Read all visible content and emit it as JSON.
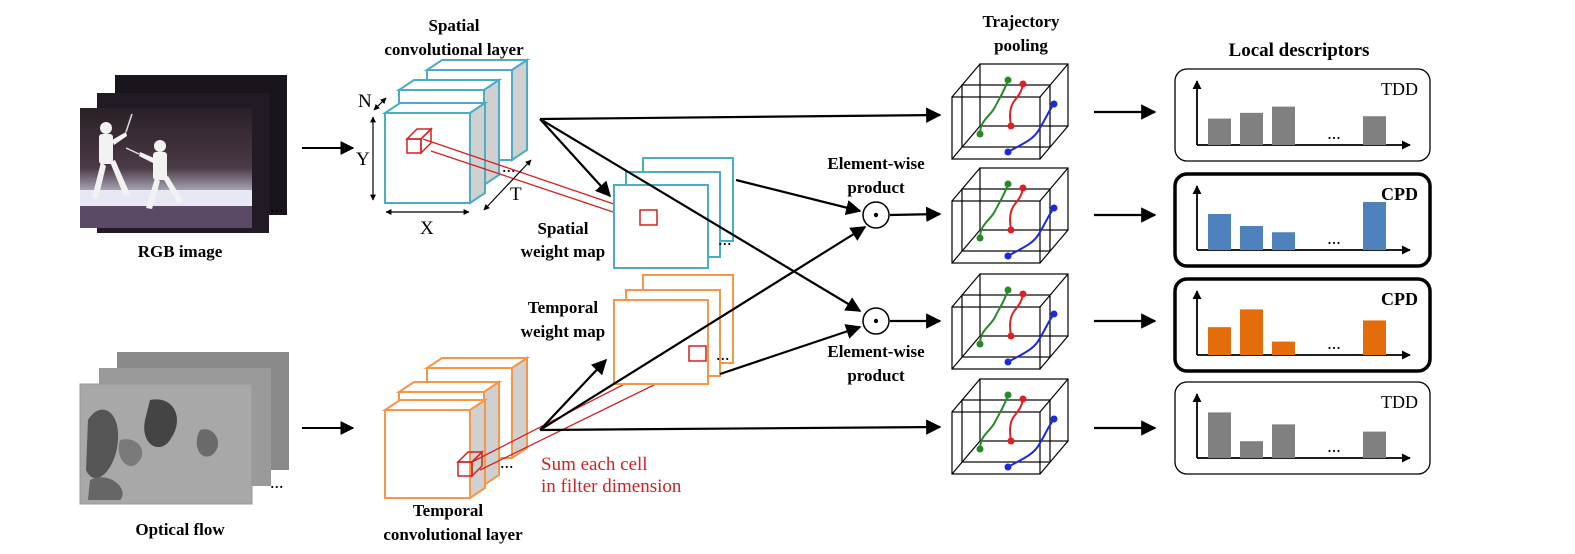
{
  "labels": {
    "rgb_image": "RGB image",
    "optical_flow": "Optical flow",
    "spatial_conv_line1": "Spatial",
    "spatial_conv_line2": "convolutional layer",
    "temporal_conv_line1": "Temporal",
    "temporal_conv_line2": "convolutional layer",
    "spatial_weight_line1": "Spatial",
    "spatial_weight_line2": "weight map",
    "temporal_weight_line1": "Temporal",
    "temporal_weight_line2": "weight map",
    "elementwise_top_line1": "Element-wise",
    "elementwise_top_line2": "product",
    "elementwise_bottom_line1": "Element-wise",
    "elementwise_bottom_line2": "product",
    "trajectory_line1": "Trajectory",
    "trajectory_line2": "pooling",
    "local_descriptors": "Local descriptors",
    "sum_note_line1": "Sum each cell",
    "sum_note_line2": "in filter dimension",
    "axis_n": "N",
    "axis_y": "Y",
    "axis_x": "X",
    "axis_t": "T",
    "ellipsis": "..."
  },
  "descriptors": [
    {
      "name": "TDD",
      "bold": false,
      "color": "#808080",
      "values": [
        0.55,
        0.67,
        0.8,
        0.6
      ]
    },
    {
      "name": "CPD",
      "bold": true,
      "color": "#4f81bd",
      "values": [
        0.75,
        0.5,
        0.37,
        1.0
      ]
    },
    {
      "name": "CPD",
      "bold": true,
      "color": "#e46c0a",
      "values": [
        0.58,
        0.95,
        0.28,
        0.72
      ]
    },
    {
      "name": "TDD",
      "bold": false,
      "color": "#808080",
      "values": [
        0.95,
        0.35,
        0.7,
        0.55
      ]
    }
  ],
  "colors": {
    "spatial": "#4bacc6",
    "temporal": "#f79646",
    "red": "#d42020",
    "traj_green": "#2a8a2a",
    "traj_red": "#e02020",
    "traj_blue": "#1a2adc"
  }
}
